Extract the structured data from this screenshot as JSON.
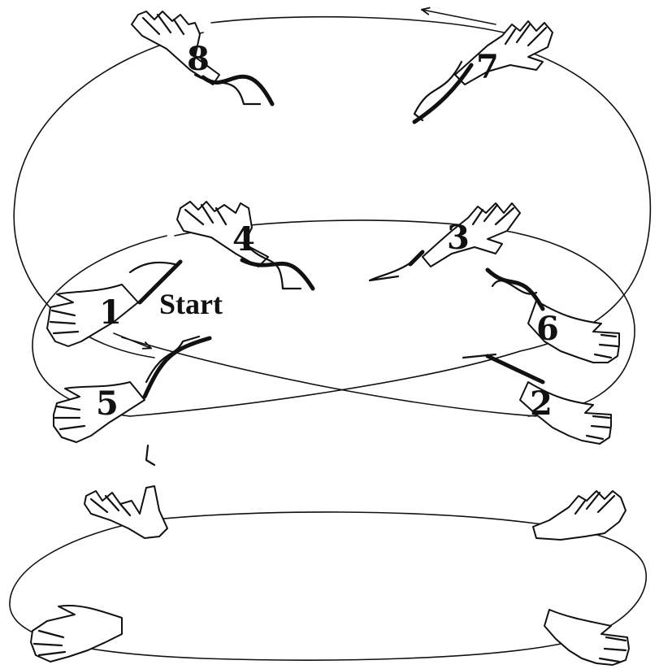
{
  "figure": {
    "step_labels": [
      "1",
      "2",
      "3",
      "4",
      "5",
      "6",
      "7",
      "8"
    ],
    "start_label": "Start"
  },
  "colors": {
    "ink": "#111111",
    "paper": "#ffffff"
  }
}
